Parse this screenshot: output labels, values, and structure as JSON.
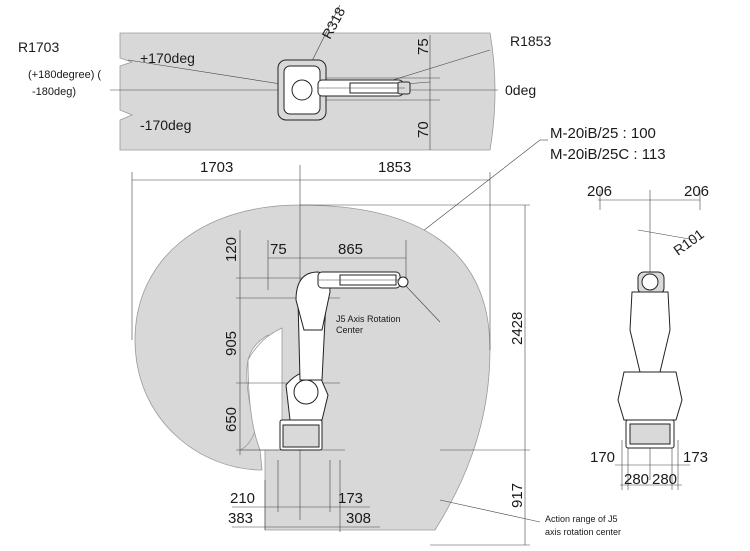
{
  "top_view": {
    "pos_angle": "+170deg",
    "neg_angle": "-170deg",
    "zero_angle": "0deg",
    "radius_rear": "R1703",
    "rear_note_1": "(+180degree) (",
    "rear_note_2": "-180deg)",
    "radius_front": "R1853",
    "radius_tail": "R318",
    "offset_upper": "75",
    "offset_lower": "70"
  },
  "model_info": {
    "line1": "M-20iB/25   : 100",
    "line2": "M-20iB/25C : 113"
  },
  "side_view": {
    "reach_rear": "1703",
    "reach_front": "1853",
    "j2_offset": "75",
    "arm_length": "865",
    "wrist_height": "120",
    "upper_arm": "905",
    "base_height": "650",
    "total_height": "2428",
    "below_base": "917",
    "base_front": "210",
    "base_rear": "383",
    "base_j1_front": "173",
    "base_j1_rear": "308",
    "j5_label_1": "J5 Axis Rotation",
    "j5_label_2": "Center",
    "action_label_1": "Action range of J5",
    "action_label_2": "axis rotation center"
  },
  "front_view": {
    "half_width_left": "206",
    "half_width_right": "206",
    "wrist_radius": "R101",
    "base_left": "170",
    "base_right": "173",
    "foot_left": "280",
    "foot_right": "280"
  }
}
